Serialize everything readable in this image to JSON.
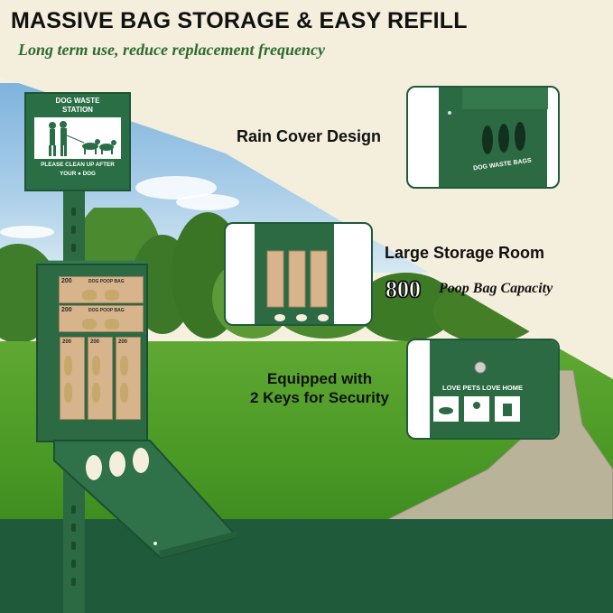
{
  "header": {
    "title": "MASSIVE BAG STORAGE & EASY REFILL",
    "subtitle": "Long term use, reduce replacement frequency"
  },
  "sign": {
    "title_line1": "DOG WASTE",
    "title_line2": "STATION",
    "footer_line1": "PLEASE CLEAN UP AFTER",
    "footer_line2": "YOUR",
    "footer_line3": "DOG"
  },
  "features": {
    "rain_cover": "Rain Cover Design",
    "storage": "Large Storage Room",
    "capacity_number": "800",
    "capacity_label": "Poop Bag Capacity",
    "keys_line1": "Equipped with",
    "keys_line2": "2 Keys for Security"
  },
  "product_labels": {
    "pack_count": "200",
    "pack_name": "DOG POOP BAG",
    "rain_cover_label": "DOG WASTE BAGS",
    "love_pets": "LOVE PETS",
    "love_home": "LOVE HOME"
  },
  "colors": {
    "brand_green": "#2b6a43",
    "dark_green": "#1f5a3a",
    "beige": "#f4eedc",
    "cardboard": "#d7b48c"
  }
}
